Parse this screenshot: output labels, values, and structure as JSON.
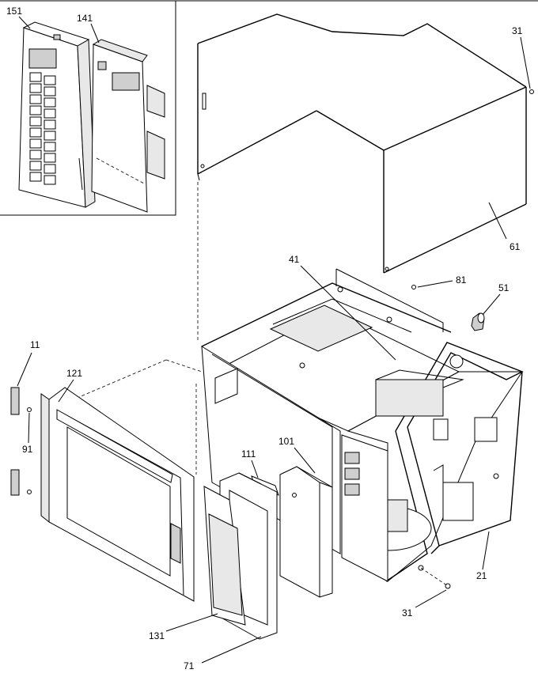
{
  "callouts": {
    "c151": "151",
    "c141": "141",
    "c31_top": "31",
    "c61": "61",
    "c81": "81",
    "c41": "41",
    "c51": "51",
    "c11": "11",
    "c121": "121",
    "c91": "91",
    "c101": "101",
    "c111": "111",
    "c21": "21",
    "c31_bottom": "31",
    "c131": "131",
    "c71": "71"
  }
}
